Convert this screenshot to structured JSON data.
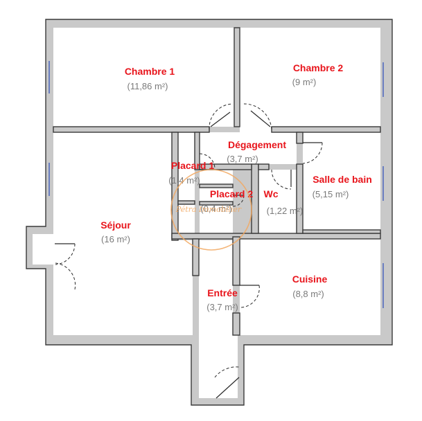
{
  "rooms": [
    {
      "name": "Chambre 1",
      "area": "(11,86 m²)"
    },
    {
      "name": "Chambre 2",
      "area": "(9 m²)"
    },
    {
      "name": "Dégagement",
      "area": "(3,7 m²)"
    },
    {
      "name": "Placard  1",
      "area": "(1,4 m²)"
    },
    {
      "name": "Placard  2",
      "area": "(0,4 m²)"
    },
    {
      "name": "Wc",
      "area": "(1,22 m²)"
    },
    {
      "name": "Salle de bain",
      "area": "(5,15 m²)"
    },
    {
      "name": "Séjour",
      "area": "(16 m²)"
    },
    {
      "name": "Entrée",
      "area": "(3,7 m²)"
    },
    {
      "name": "Cuisine",
      "area": "(8,8 m²)"
    }
  ],
  "watermark": {
    "text": "Pétra Immobilier"
  },
  "colors": {
    "room_name": "#e8141b",
    "room_area": "#7a7a7a",
    "wall": "#c9c9c9",
    "window": "#2a4dbb",
    "watermark": "#f2a860"
  }
}
